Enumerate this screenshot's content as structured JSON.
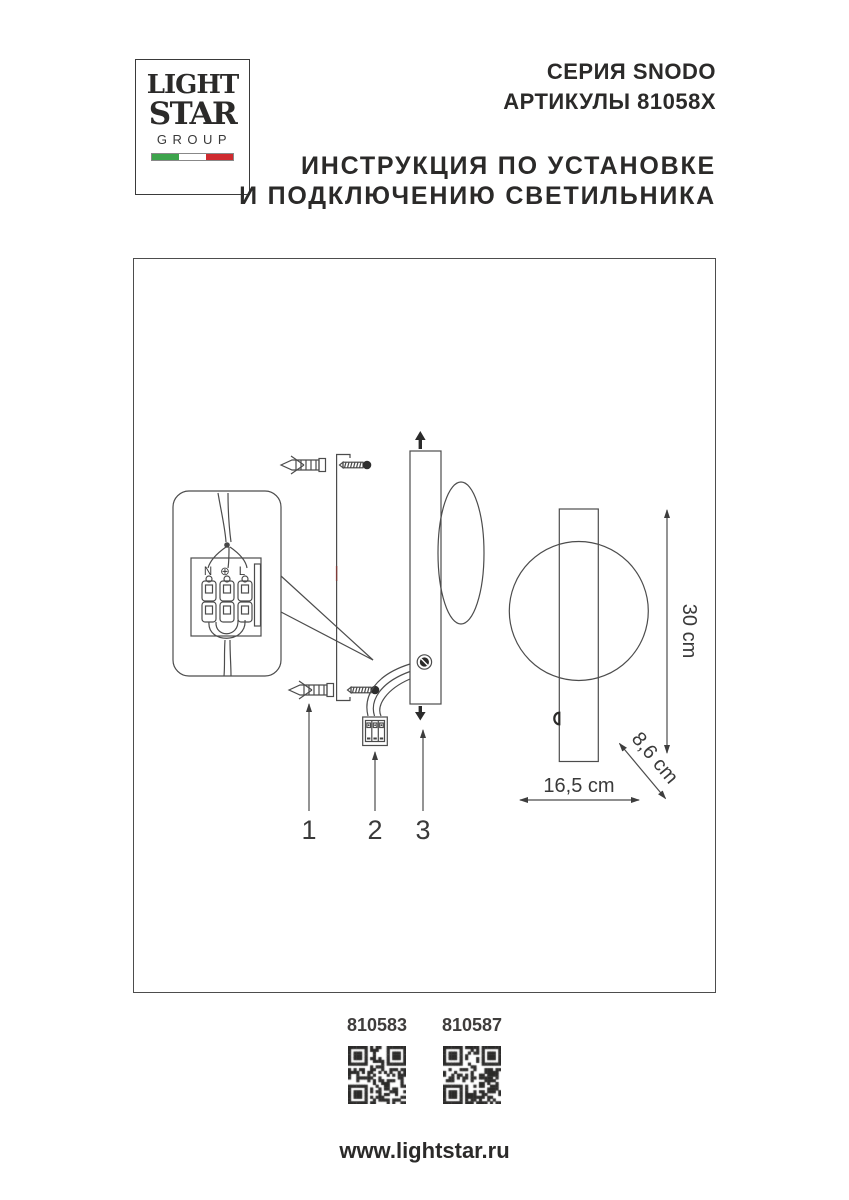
{
  "logo": {
    "line1": "LIGHT",
    "line2": "STAR",
    "line3": "GROUP"
  },
  "header": {
    "series": "СЕРИЯ SNODO",
    "articles": "АРТИКУЛЫ 81058X",
    "title_line1": "ИНСТРУКЦИЯ ПО УСТАНОВКЕ",
    "title_line2": "И ПОДКЛЮЧЕНИЮ СВЕТИЛЬНИКА"
  },
  "diagram": {
    "terminal": {
      "n": "N",
      "ground": "⊕",
      "l": "L"
    },
    "dimensions": {
      "height": "30 cm",
      "width": "16,5 cm",
      "depth": "8,6 cm"
    },
    "part_labels": [
      "1",
      "2",
      "3"
    ]
  },
  "qr": [
    {
      "code": "810583"
    },
    {
      "code": "810587"
    }
  ],
  "footer": {
    "website": "www.lightstar.ru"
  },
  "colors": {
    "ink": "#2b2a29",
    "line": "#4c4c4c",
    "flag_green": "#3da44c",
    "flag_white": "#ffffff",
    "flag_red": "#cf2a2f",
    "bracket_mark_red": "#7e3b38"
  }
}
